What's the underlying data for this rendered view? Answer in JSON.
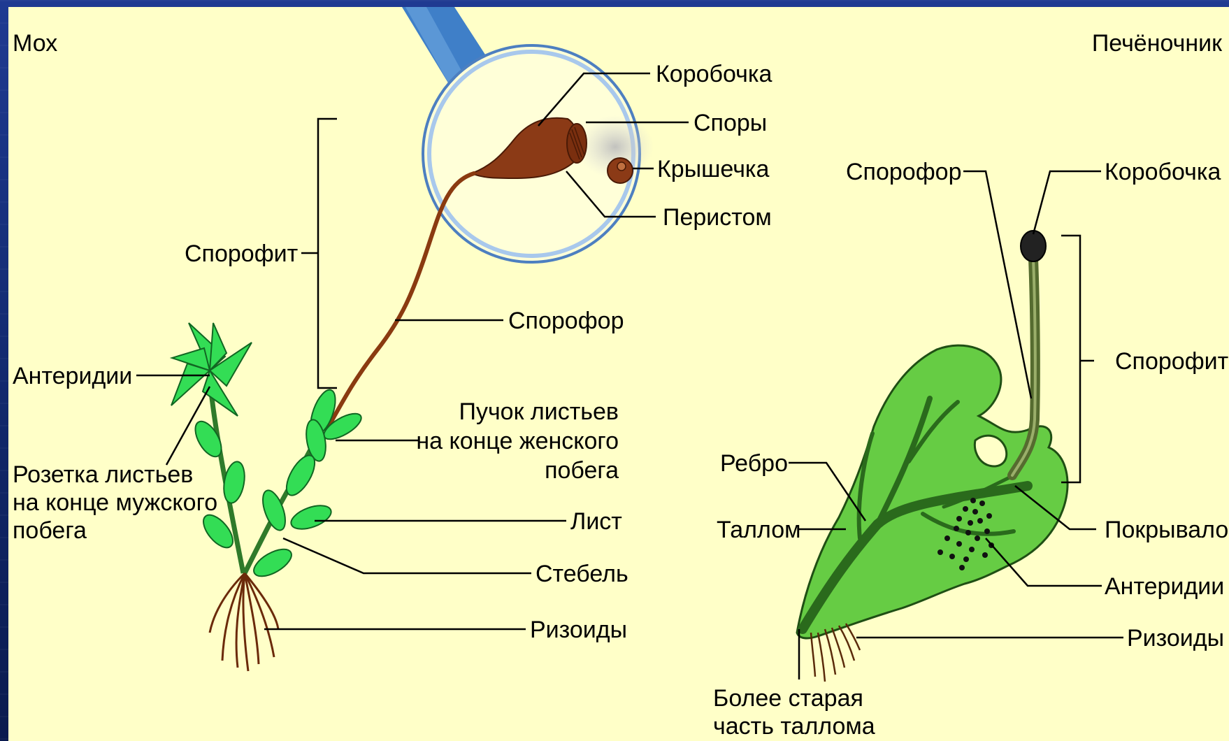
{
  "moss": {
    "title": "Мох",
    "labels": {
      "korobochka": "Коробочка",
      "spory": "Споры",
      "kryshechka": "Крышечка",
      "peristom": "Перистом",
      "sporofit": "Спорофит",
      "sporofor": "Спорофор",
      "anteridii": "Антеридии",
      "puchok": [
        "Пучок листьев",
        "на конце женского",
        "побега"
      ],
      "rozetka": [
        "Розетка листьев",
        "на конце мужского",
        "побега"
      ],
      "list": "Лист",
      "stebel": "Стебель",
      "rizoidy": "Ризоиды"
    }
  },
  "liverwort": {
    "title": "Печёночник",
    "labels": {
      "sporofor": "Спорофор",
      "korobochka": "Коробочка",
      "sporofit": "Спорофит",
      "rebro": "Ребро",
      "tallom": "Таллом",
      "pokryvalo": "Покрывало",
      "anteridii": "Антеридии",
      "rizoidy": "Ризоиды",
      "staraya": [
        "Более старая",
        "часть таллома"
      ]
    }
  },
  "colors": {
    "panel": "#ffffc8",
    "leaf": "#33dd55",
    "leaf_dark": "#116622",
    "stalk_brown": "#8a3a10",
    "capsule_brown": "#8b3a16",
    "thallus": "#66cc44",
    "handle_blue": "#3f7fc8"
  }
}
